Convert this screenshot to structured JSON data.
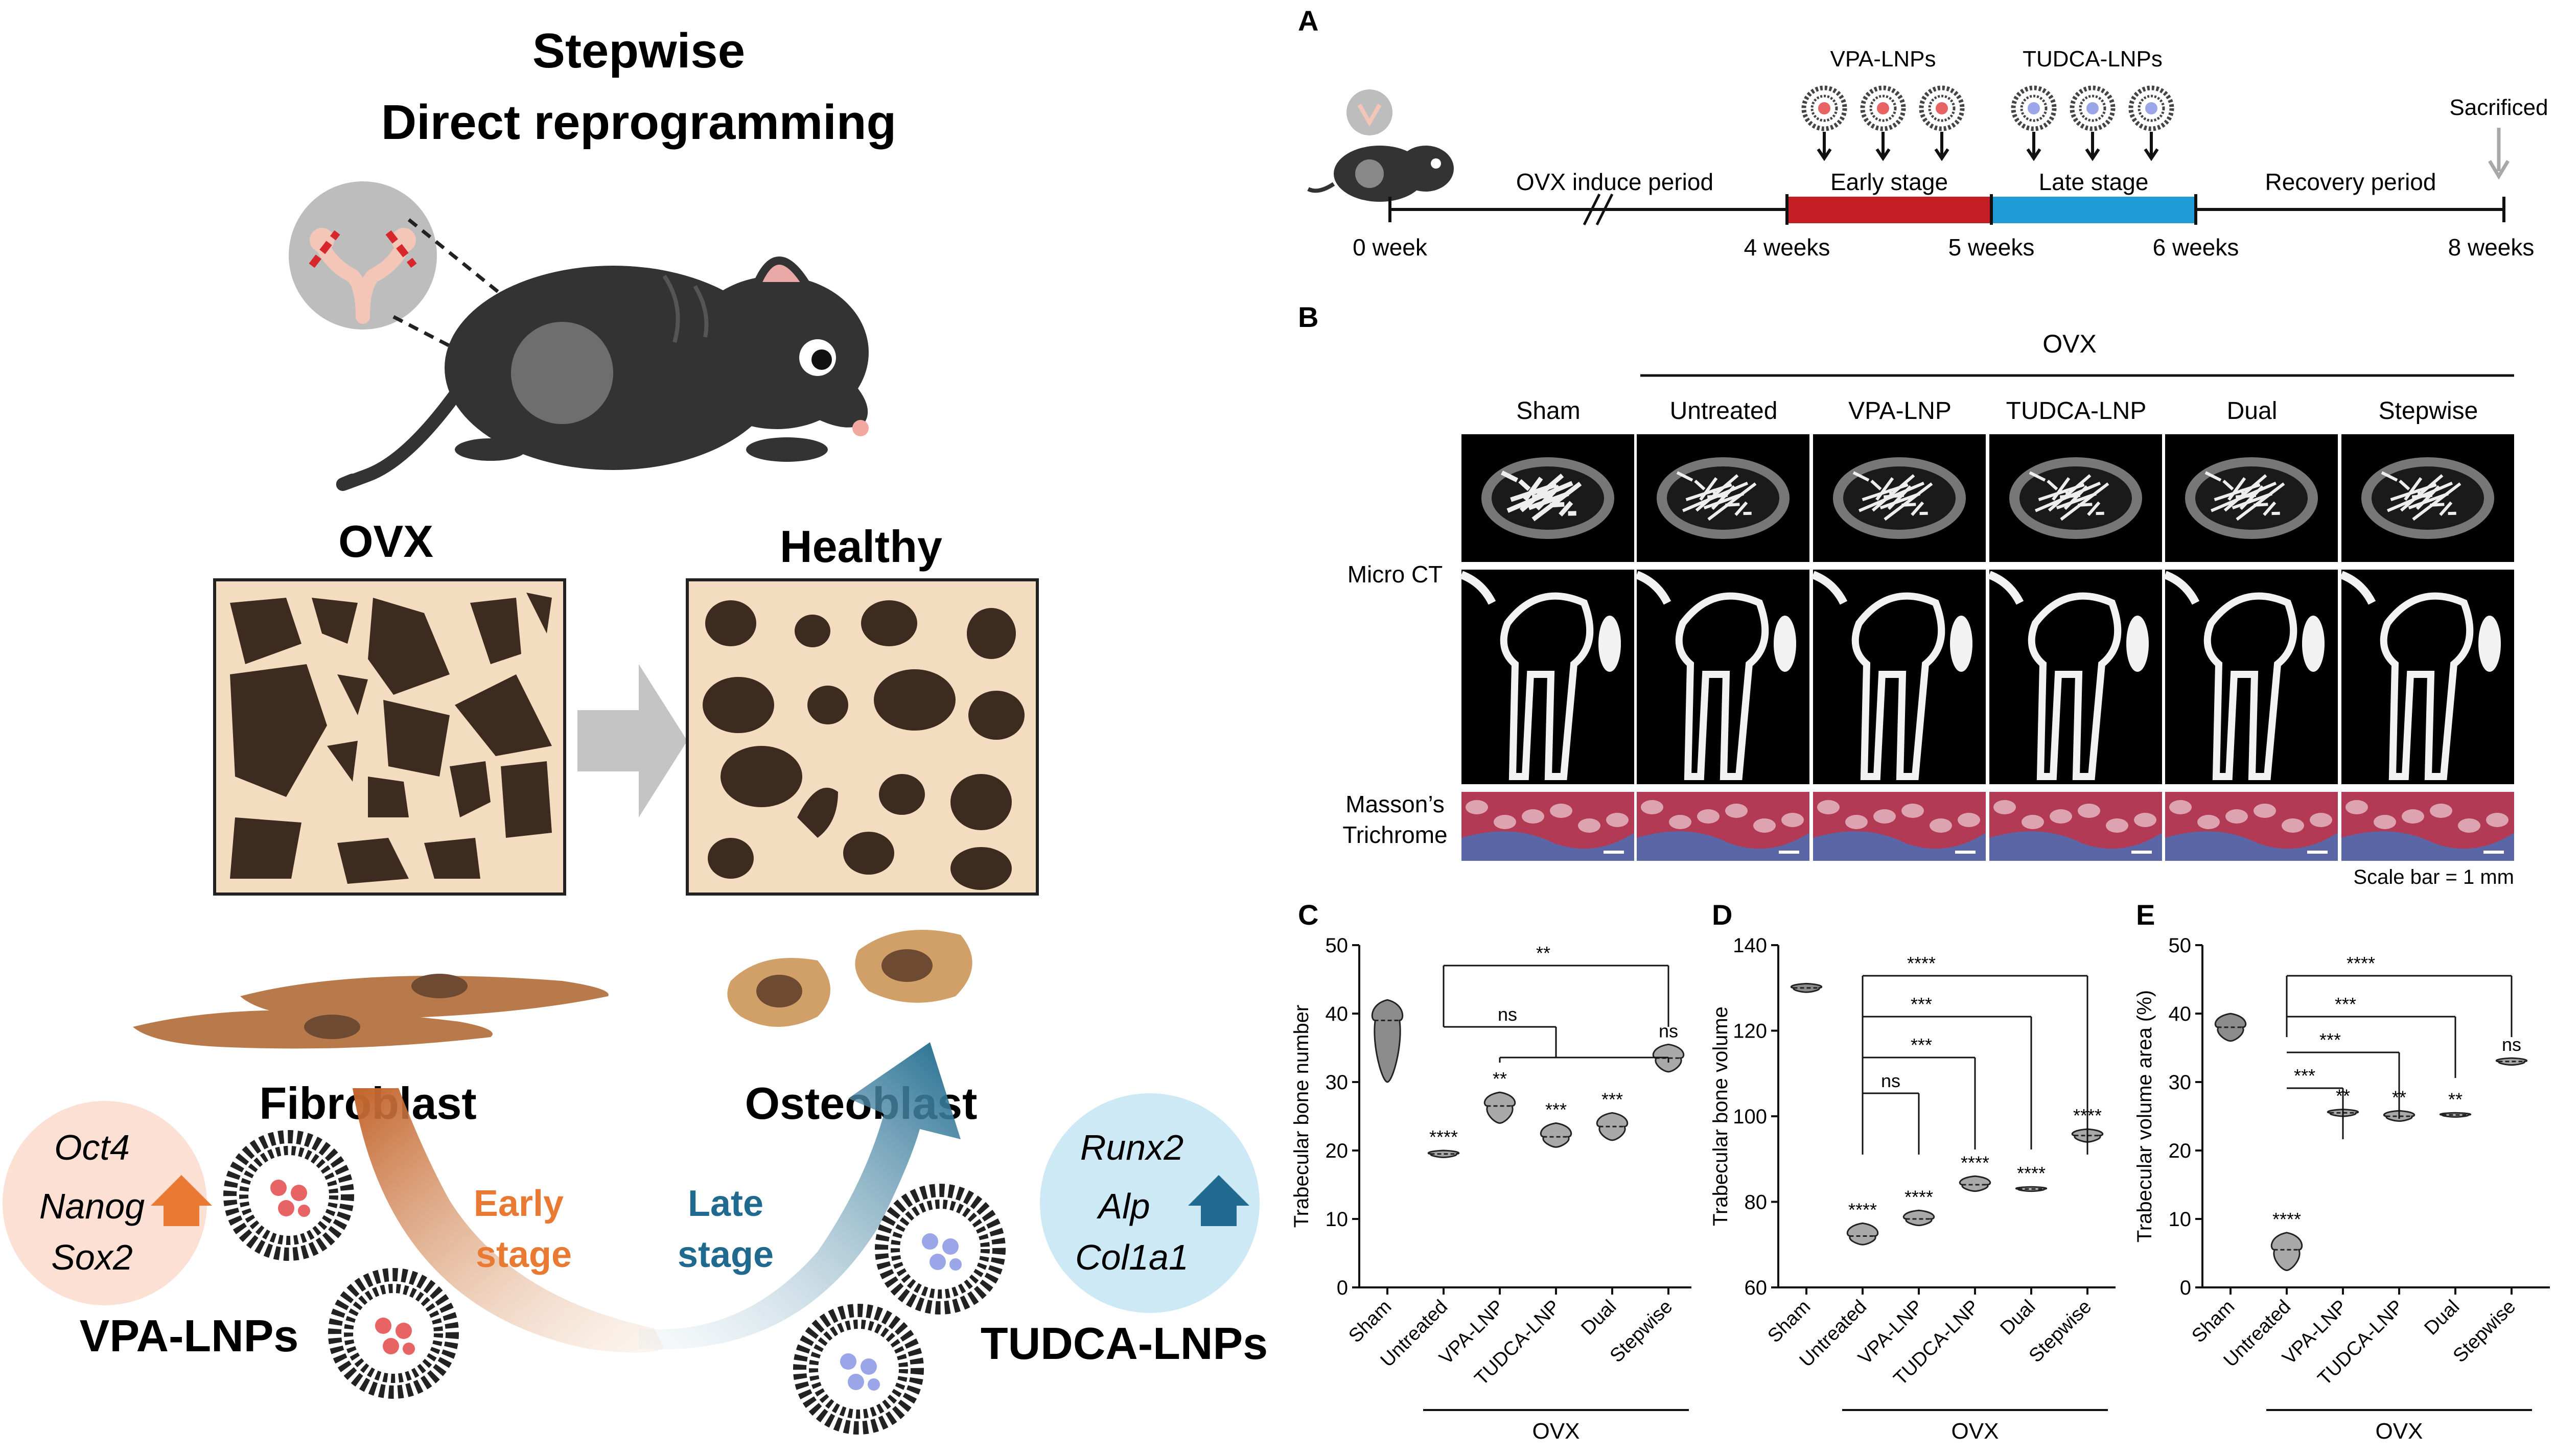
{
  "left": {
    "title_line1": "Stepwise",
    "title_line2": "Direct reprogramming",
    "ovx_label": "OVX",
    "healthy_label": "Healthy",
    "fibroblast_label": "Fibroblast",
    "osteoblast_label": "Osteoblast",
    "early_stage_line1": "Early",
    "early_stage_line2": "stage",
    "late_stage_line1": "Late",
    "late_stage_line2": "stage",
    "genes_left": [
      "Oct4",
      "Nanog",
      "Sox2"
    ],
    "genes_right": [
      "Runx2",
      "Alp",
      "Col1a1"
    ],
    "vpa_lnps": "VPA-LNPs",
    "tudca_lnps": "TUDCA-LNPs",
    "colors": {
      "up_arrow_orange": "#e87a33",
      "up_arrow_blue": "#1f6a8e",
      "bone_bg": "#f3dcc0",
      "bone_pore": "#3e2b20",
      "mouse": "#333333"
    }
  },
  "panelA": {
    "letter": "A",
    "vpa_lnps": "VPA-LNPs",
    "tudca_lnps": "TUDCA-LNPs",
    "sacrificed": "Sacrificed",
    "ovx_induce": "OVX induce period",
    "early_stage": "Early stage",
    "late_stage": "Late stage",
    "recovery": "Recovery period",
    "weeks": [
      "0 week",
      "4 weeks",
      "5 weeks",
      "6 weeks",
      "8 weeks"
    ],
    "colors": {
      "early": "#c41e24",
      "late": "#1f9bd6"
    }
  },
  "panelB": {
    "letter": "B",
    "ovx": "OVX",
    "columns": [
      "Sham",
      "Untreated",
      "VPA-LNP",
      "TUDCA-LNP",
      "Dual",
      "Stepwise"
    ],
    "row_microct": "Micro CT",
    "row_masson_1": "Masson’s",
    "row_masson_2": "Trichrome",
    "scale_bar": "Scale bar = 1 mm"
  },
  "charts": {
    "C": {
      "letter": "C",
      "ovx": "OVX"
    },
    "D": {
      "letter": "D",
      "ovx": "OVX"
    },
    "E": {
      "letter": "E",
      "ovx": "OVX"
    }
  },
  "chart_data": [
    {
      "type": "violin",
      "ylabel": "Trabecular bone number",
      "categories": [
        "Sham",
        "Untreated",
        "VPA-LNP",
        "TUDCA-LNP",
        "Dual",
        "Stepwise"
      ],
      "medians": [
        39,
        19.5,
        26.5,
        22,
        23.5,
        33.5
      ],
      "ranges": [
        [
          30,
          42
        ],
        [
          19,
          20
        ],
        [
          24,
          28.5
        ],
        [
          20.5,
          24
        ],
        [
          21.5,
          25.5
        ],
        [
          31.5,
          35.5
        ]
      ],
      "ylim": [
        0,
        50
      ],
      "yticks": [
        0,
        10,
        20,
        30,
        40,
        50
      ],
      "significance": [
        "",
        "****",
        "**",
        "***",
        "***",
        "ns"
      ],
      "brackets": [
        {
          "label": "**"
        },
        {
          "label": "ns"
        }
      ]
    },
    {
      "type": "violin",
      "ylabel": "Trabecular bone volume",
      "categories": [
        "Sham",
        "Untreated",
        "VPA-LNP",
        "TUDCA-LNP",
        "Dual",
        "Stepwise"
      ],
      "medians": [
        130,
        72,
        76,
        84,
        83,
        95.5
      ],
      "ranges": [
        [
          129,
          131
        ],
        [
          70,
          75
        ],
        [
          74.5,
          78
        ],
        [
          82.5,
          86
        ],
        [
          82.5,
          83.5
        ],
        [
          94,
          97
        ]
      ],
      "ylim": [
        60,
        140
      ],
      "yticks": [
        60,
        80,
        100,
        120,
        140
      ],
      "significance": [
        "",
        "****",
        "****",
        "****",
        "****",
        "****"
      ],
      "brackets": [
        {
          "label": "****"
        },
        {
          "label": "***"
        },
        {
          "label": "***"
        },
        {
          "label": "ns"
        }
      ]
    },
    {
      "type": "violin",
      "ylabel": "Trabecular volume area (%)",
      "categories": [
        "Sham",
        "Untreated",
        "VPA-LNP",
        "TUDCA-LNP",
        "Dual",
        "Stepwise"
      ],
      "medians": [
        38,
        5.5,
        25.5,
        25,
        25.2,
        33
      ],
      "ranges": [
        [
          36,
          40
        ],
        [
          2.5,
          8
        ],
        [
          25,
          26
        ],
        [
          24.3,
          25.8
        ],
        [
          24.9,
          25.5
        ],
        [
          32.5,
          33.5
        ]
      ],
      "ylim": [
        0,
        50
      ],
      "yticks": [
        0,
        10,
        20,
        30,
        40,
        50
      ],
      "significance": [
        "",
        "****",
        "**",
        "**",
        "**",
        "ns"
      ],
      "brackets": [
        {
          "label": "****"
        },
        {
          "label": "***"
        },
        {
          "label": "***"
        },
        {
          "label": "***"
        }
      ]
    }
  ]
}
